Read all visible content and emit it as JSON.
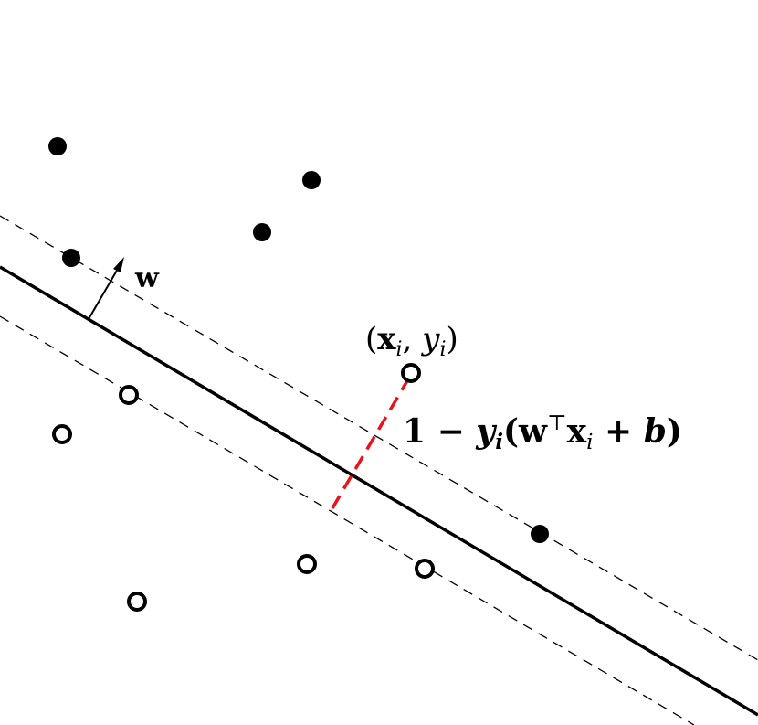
{
  "labels": {
    "normal_vector": "w",
    "point": {
      "open": "(",
      "x": "x",
      "sub_i": "i",
      "comma": ", ",
      "y": "y",
      "close": ")"
    },
    "slack": {
      "one_minus": "1 − ",
      "y": "y",
      "paren_open": "(",
      "w": "w",
      "transpose": "⊤",
      "x": "x",
      "plus_b": " + ",
      "b": "b",
      "paren_close": ")"
    }
  },
  "colors": {
    "ink": "#000000",
    "slack_line": "#e8141b",
    "background": "#ffffff"
  },
  "points": {
    "positive_class": "filled-dot",
    "negative_class": "open-circle"
  }
}
